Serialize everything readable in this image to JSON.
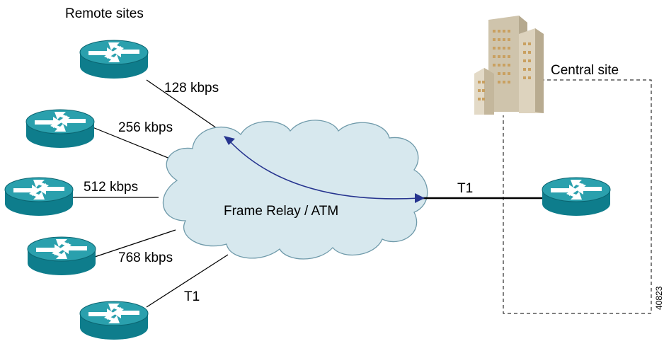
{
  "title": "Remote sites",
  "central_site_label": "Central site",
  "cloud_label": "Frame Relay / ATM",
  "central_link_label": "T1",
  "figure_number": "40823",
  "remote_links": [
    {
      "label": "128 kbps"
    },
    {
      "label": "256 kbps"
    },
    {
      "label": "512 kbps"
    },
    {
      "label": "768 kbps"
    },
    {
      "label": "T1"
    }
  ],
  "colors": {
    "router_top": "#2aa0ad",
    "router_side": "#0e7d8c",
    "cloud_fill": "#d7e8ee",
    "cloud_stroke": "#6f9aaa",
    "arrow": "#26348f",
    "building": "#d8cdb8"
  }
}
